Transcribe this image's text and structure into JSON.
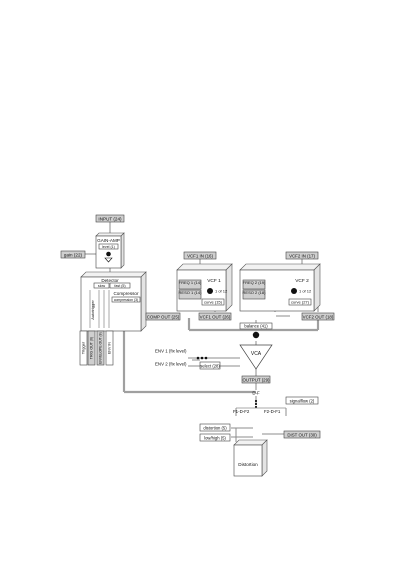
{
  "input": "INPUT (24)",
  "gain_amp": {
    "title": "GAIN-AMP",
    "level": "level (1)"
  },
  "gain": "gain (22)",
  "detector": {
    "title": "Detector",
    "slow": "slow",
    "fast": "fast (5)"
  },
  "autotrigger": "Autotrigger",
  "compressor": {
    "title": "Compressor",
    "param": "compression (3)"
  },
  "comp_out": "COMP OUT (25)",
  "trigger": {
    "title": "Trigger",
    "out": "TRIG OUT (6)"
  },
  "env_out": "ENVELOPE OUT (8)",
  "env_in": "ENV IN",
  "vcf1": {
    "in": "VCF1 IN (16)",
    "title": "VCF 1",
    "freq": "FREQ 1 (14)",
    "reso": "RESO 1 (14)",
    "of": "1 of 12",
    "curve": "curve (15)",
    "out": "VCF1 OUT (26)"
  },
  "vcf2": {
    "in": "VCF2 IN (17)",
    "title": "VCF 2",
    "freq": "FREQ 2 (19)",
    "reso": "RESO 2 (18)",
    "of": "1 of 12",
    "curve": "curve (27)",
    "out": "VCF2 OUT (18)"
  },
  "balance": "balance (41)",
  "env1": "ENV 1 (fix level)",
  "env2": "ENV 2 (fix level)",
  "select": "select (28)",
  "vca": "VCA",
  "output": "OUTPUT (29)",
  "signalflow": "signalflow (2)",
  "routing": {
    "df": "D-F",
    "f1": "F1-D-F2",
    "f2": "F2-D-F1"
  },
  "distortion": {
    "title": "Distortion",
    "amount": "distortion (5)",
    "lowhigh": "low/high (5)",
    "out": "DIST OUT (30)"
  },
  "colors": {
    "grey_box": "#cfcfcf",
    "wire": "#8c8c8c",
    "ink": "#111111"
  }
}
